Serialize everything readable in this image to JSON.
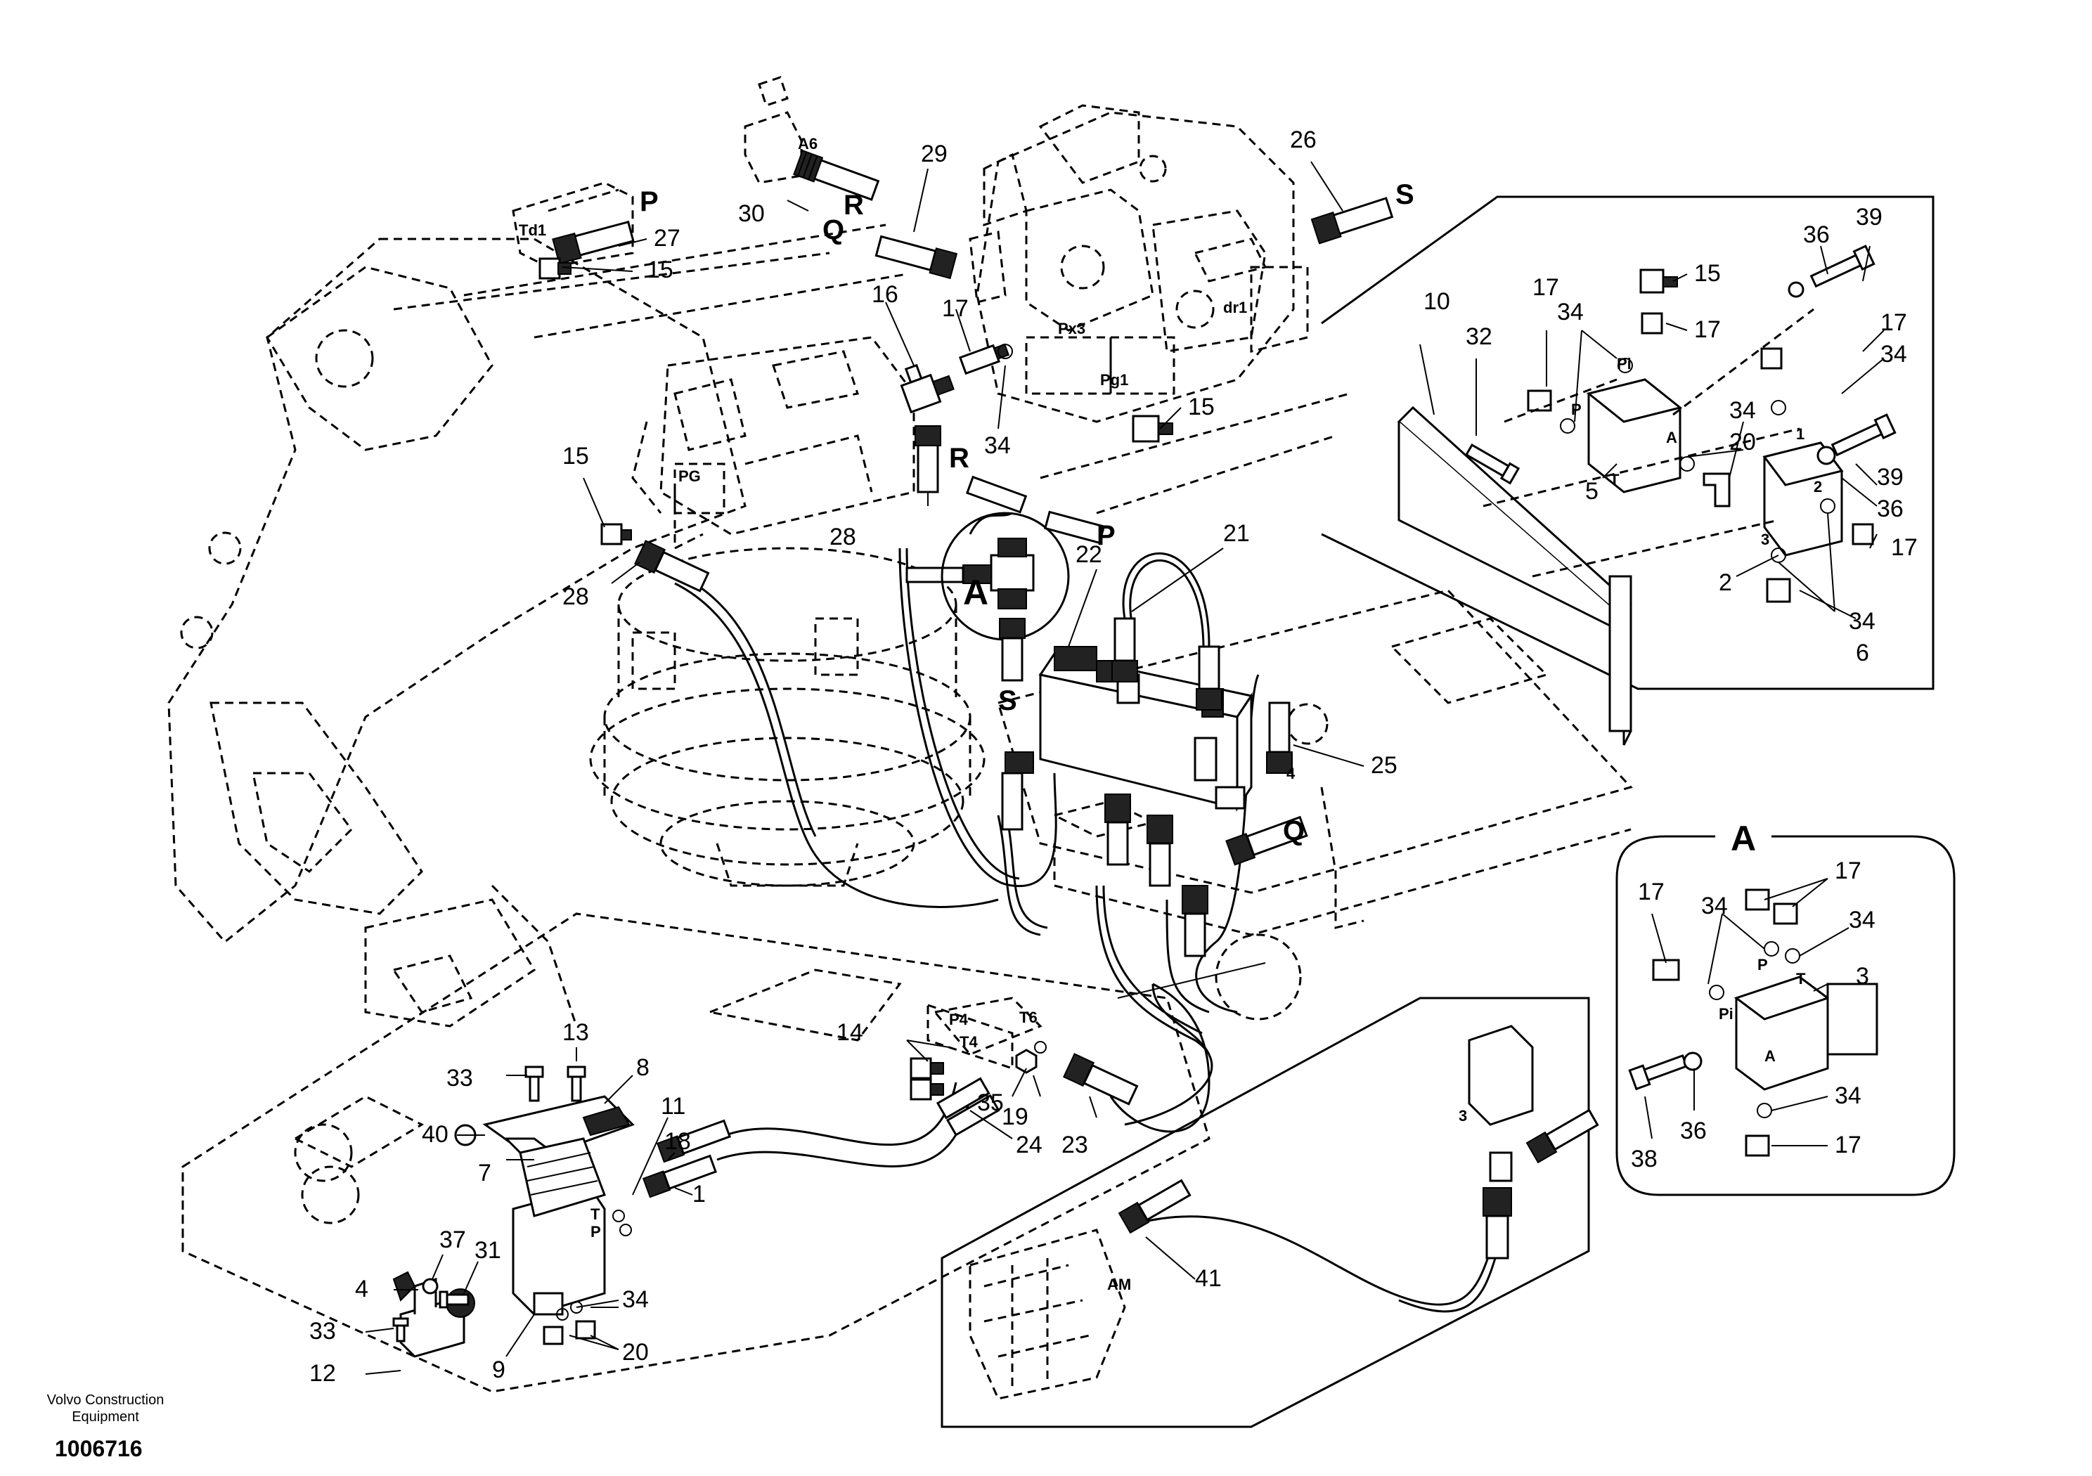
{
  "diagram": {
    "callouts": [
      "1",
      "2",
      "3",
      "4",
      "5",
      "6",
      "7",
      "8",
      "9",
      "10",
      "11",
      "12",
      "13",
      "14",
      "15",
      "16",
      "17",
      "18",
      "19",
      "20",
      "21",
      "22",
      "23",
      "24",
      "25",
      "26",
      "27",
      "28",
      "29",
      "30",
      "31",
      "32",
      "33",
      "34",
      "35",
      "36",
      "37",
      "38",
      "39",
      "40",
      "41"
    ],
    "port_letters": {
      "P": "P",
      "Q": "Q",
      "R": "R",
      "S": "S",
      "T": "T",
      "A": "A",
      "Pi": "Pi",
      "one": "1",
      "two": "2",
      "three": "3",
      "four": "4"
    },
    "component_marks": {
      "A6": "A6",
      "Td1": "Td1",
      "Px3": "Px3",
      "Pg1": "Pg1",
      "dr1": "dr1",
      "PG": "PG",
      "P4": "P4",
      "T4": "T4",
      "T6": "T6",
      "AM": "AM"
    },
    "detail_a_title": "A",
    "detail_a_pointer": "A"
  },
  "footer": {
    "company_line1": "Volvo Construction",
    "company_line2": "Equipment",
    "doc_number": "1006716"
  }
}
